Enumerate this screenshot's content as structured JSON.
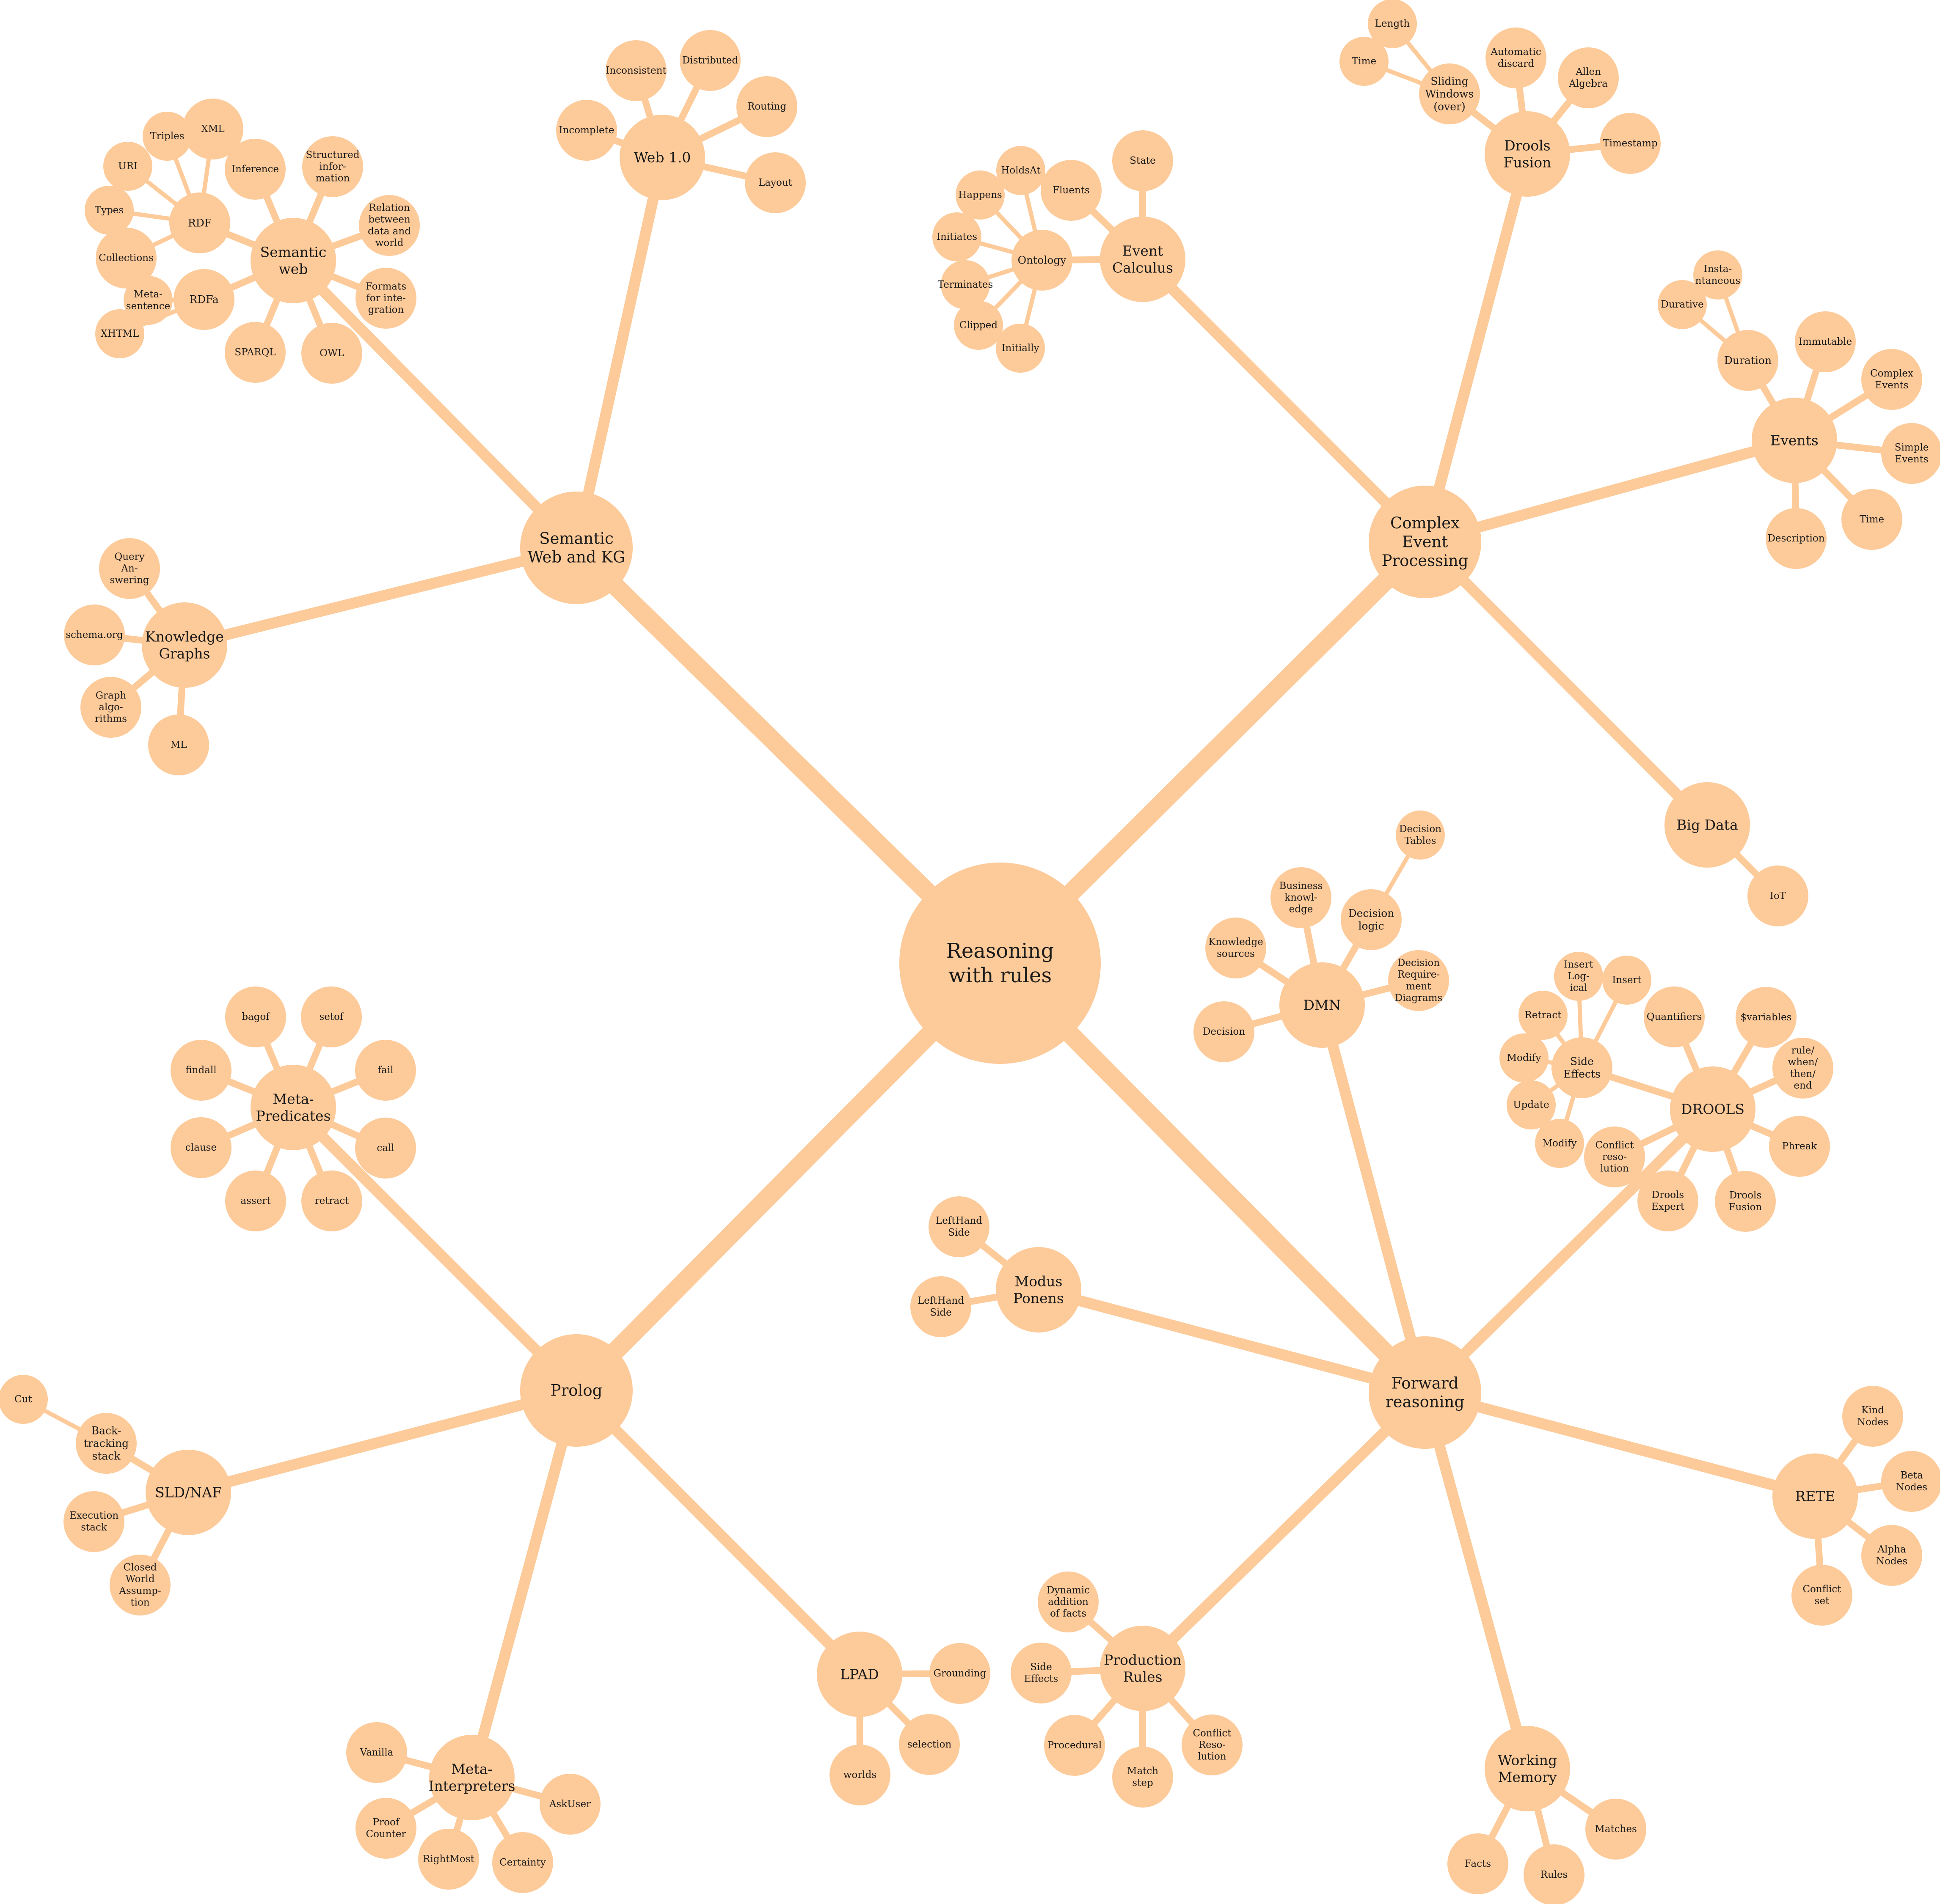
{
  "root": {
    "lines": [
      "Reasoning",
      "with rules"
    ],
    "children": [
      {
        "lines": [
          "Semantic",
          "Web and KG"
        ],
        "children": [
          {
            "lines": [
              "Web 1.0"
            ],
            "children": [
              {
                "lines": [
                  "Incomplete"
                ]
              },
              {
                "lines": [
                  "Inconsistent"
                ]
              },
              {
                "lines": [
                  "Distributed"
                ]
              },
              {
                "lines": [
                  "Routing"
                ]
              },
              {
                "lines": [
                  "Layout"
                ]
              }
            ]
          },
          {
            "lines": [
              "Semantic",
              "web"
            ],
            "children": [
              {
                "lines": [
                  "RDF"
                ],
                "children": [
                  {
                    "lines": [
                      "XML"
                    ]
                  },
                  {
                    "lines": [
                      "Triples"
                    ]
                  },
                  {
                    "lines": [
                      "URI"
                    ]
                  },
                  {
                    "lines": [
                      "Types"
                    ]
                  },
                  {
                    "lines": [
                      "Collections"
                    ]
                  }
                ]
              },
              {
                "lines": [
                  "RDFa"
                ],
                "children": [
                  {
                    "lines": [
                      "Meta-",
                      "sentence"
                    ]
                  },
                  {
                    "lines": [
                      "XHTML"
                    ]
                  }
                ]
              },
              {
                "lines": [
                  "Inference"
                ]
              },
              {
                "lines": [
                  "Structured",
                  "infor-",
                  "mation"
                ]
              },
              {
                "lines": [
                  "Relation",
                  "between",
                  "data and",
                  "world"
                ]
              },
              {
                "lines": [
                  "Formats",
                  "for inte-",
                  "gration"
                ]
              },
              {
                "lines": [
                  "OWL"
                ]
              },
              {
                "lines": [
                  "SPARQL"
                ]
              }
            ]
          },
          {
            "lines": [
              "Knowledge",
              "Graphs"
            ],
            "children": [
              {
                "lines": [
                  "Query",
                  "An-",
                  "swering"
                ]
              },
              {
                "lines": [
                  "schema.org"
                ]
              },
              {
                "lines": [
                  "Graph",
                  "algo-",
                  "rithms"
                ]
              },
              {
                "lines": [
                  "ML"
                ]
              }
            ]
          }
        ]
      },
      {
        "lines": [
          "Complex",
          "Event",
          "Processing"
        ],
        "children": [
          {
            "lines": [
              "Event",
              "Calculus"
            ],
            "children": [
              {
                "lines": [
                  "State"
                ]
              },
              {
                "lines": [
                  "Fluents"
                ]
              },
              {
                "lines": [
                  "Ontology"
                ],
                "children": [
                  {
                    "lines": [
                      "HoldsAt"
                    ]
                  },
                  {
                    "lines": [
                      "Happens"
                    ]
                  },
                  {
                    "lines": [
                      "Initiates"
                    ]
                  },
                  {
                    "lines": [
                      "Terminates"
                    ]
                  },
                  {
                    "lines": [
                      "Clipped"
                    ]
                  },
                  {
                    "lines": [
                      "Initially"
                    ]
                  }
                ]
              }
            ]
          },
          {
            "lines": [
              "Drools",
              "Fusion"
            ],
            "children": [
              {
                "lines": [
                  "Sliding",
                  "Windows",
                  "(over)"
                ],
                "children": [
                  {
                    "lines": [
                      "Length"
                    ]
                  },
                  {
                    "lines": [
                      "Time"
                    ]
                  }
                ]
              },
              {
                "lines": [
                  "Automatic",
                  "discard"
                ]
              },
              {
                "lines": [
                  "Allen",
                  "Algebra"
                ]
              },
              {
                "lines": [
                  "Timestamp"
                ]
              }
            ]
          },
          {
            "lines": [
              "Events"
            ],
            "children": [
              {
                "lines": [
                  "Duration"
                ],
                "children": [
                  {
                    "lines": [
                      "Insta-",
                      "ntaneous"
                    ]
                  },
                  {
                    "lines": [
                      "Durative"
                    ]
                  }
                ]
              },
              {
                "lines": [
                  "Immutable"
                ]
              },
              {
                "lines": [
                  "Complex",
                  "Events"
                ]
              },
              {
                "lines": [
                  "Simple",
                  "Events"
                ]
              },
              {
                "lines": [
                  "Time"
                ]
              },
              {
                "lines": [
                  "Description"
                ]
              }
            ]
          },
          {
            "lines": [
              "Big Data"
            ],
            "children": [
              {
                "lines": [
                  "IoT"
                ]
              }
            ]
          }
        ]
      },
      {
        "lines": [
          "Forward",
          "reasoning"
        ],
        "children": [
          {
            "lines": [
              "DMN"
            ],
            "children": [
              {
                "lines": [
                  "Decision",
                  "logic"
                ],
                "children": [
                  {
                    "lines": [
                      "Decision",
                      "Tables"
                    ]
                  }
                ]
              },
              {
                "lines": [
                  "Business",
                  "knowl-",
                  "edge"
                ]
              },
              {
                "lines": [
                  "Knowledge",
                  "sources"
                ]
              },
              {
                "lines": [
                  "Decision"
                ]
              },
              {
                "lines": [
                  "Decision",
                  "Require-",
                  "ment",
                  "Diagrams"
                ]
              }
            ]
          },
          {
            "lines": [
              "DROOLS"
            ],
            "children": [
              {
                "lines": [
                  "Side",
                  "Effects"
                ],
                "children": [
                  {
                    "lines": [
                      "Insert",
                      "Log-",
                      "ical"
                    ]
                  },
                  {
                    "lines": [
                      "Insert"
                    ]
                  },
                  {
                    "lines": [
                      "Retract"
                    ]
                  },
                  {
                    "lines": [
                      "Modify"
                    ]
                  },
                  {
                    "lines": [
                      "Update"
                    ]
                  },
                  {
                    "lines": [
                      "Modify"
                    ]
                  }
                ]
              },
              {
                "lines": [
                  "Quantifiers"
                ]
              },
              {
                "lines": [
                  "$variables"
                ]
              },
              {
                "lines": [
                  "rule/",
                  "when/",
                  "then/",
                  "end"
                ]
              },
              {
                "lines": [
                  "Phreak"
                ]
              },
              {
                "lines": [
                  "Drools",
                  "Fusion"
                ]
              },
              {
                "lines": [
                  "Drools",
                  "Expert"
                ]
              },
              {
                "lines": [
                  "Conflict",
                  "reso-",
                  "lution"
                ]
              }
            ]
          },
          {
            "lines": [
              "Modus",
              "Ponens"
            ],
            "children": [
              {
                "lines": [
                  "LeftHand",
                  "Side"
                ]
              },
              {
                "lines": [
                  "LeftHand",
                  "Side"
                ]
              }
            ]
          },
          {
            "lines": [
              "RETE"
            ],
            "children": [
              {
                "lines": [
                  "Kind",
                  "Nodes"
                ]
              },
              {
                "lines": [
                  "Beta",
                  "Nodes"
                ]
              },
              {
                "lines": [
                  "Alpha",
                  "Nodes"
                ]
              },
              {
                "lines": [
                  "Conflict",
                  "set"
                ]
              }
            ]
          },
          {
            "lines": [
              "Production",
              "Rules"
            ],
            "children": [
              {
                "lines": [
                  "Dynamic",
                  "addition",
                  "of facts"
                ]
              },
              {
                "lines": [
                  "Side",
                  "Effects"
                ]
              },
              {
                "lines": [
                  "Procedural"
                ]
              },
              {
                "lines": [
                  "Match",
                  "step"
                ]
              },
              {
                "lines": [
                  "Conflict",
                  "Reso-",
                  "lution"
                ]
              }
            ]
          },
          {
            "lines": [
              "Working",
              "Memory"
            ],
            "children": [
              {
                "lines": [
                  "Facts"
                ]
              },
              {
                "lines": [
                  "Rules"
                ]
              },
              {
                "lines": [
                  "Matches"
                ]
              }
            ]
          }
        ]
      },
      {
        "lines": [
          "Prolog"
        ],
        "children": [
          {
            "lines": [
              "Meta-",
              "Predicates"
            ],
            "children": [
              {
                "lines": [
                  "bagof"
                ]
              },
              {
                "lines": [
                  "setof"
                ]
              },
              {
                "lines": [
                  "fail"
                ]
              },
              {
                "lines": [
                  "call"
                ]
              },
              {
                "lines": [
                  "retract"
                ]
              },
              {
                "lines": [
                  "assert"
                ]
              },
              {
                "lines": [
                  "clause"
                ]
              },
              {
                "lines": [
                  "findall"
                ]
              }
            ]
          },
          {
            "lines": [
              "SLD/NAF"
            ],
            "children": [
              {
                "lines": [
                  "Back-",
                  "tracking",
                  "stack"
                ],
                "children": [
                  {
                    "lines": [
                      "Cut"
                    ]
                  }
                ]
              },
              {
                "lines": [
                  "Execution",
                  "stack"
                ]
              },
              {
                "lines": [
                  "Closed",
                  "World",
                  "Assump-",
                  "tion"
                ]
              }
            ]
          },
          {
            "lines": [
              "Meta-",
              "Interpreters"
            ],
            "children": [
              {
                "lines": [
                  "Vanilla"
                ]
              },
              {
                "lines": [
                  "Proof",
                  "Counter"
                ]
              },
              {
                "lines": [
                  "RightMost"
                ]
              },
              {
                "lines": [
                  "Certainty"
                ]
              },
              {
                "lines": [
                  "AskUser"
                ]
              }
            ]
          },
          {
            "lines": [
              "LPAD"
            ],
            "children": [
              {
                "lines": [
                  "Grounding"
                ]
              },
              {
                "lines": [
                  "selection"
                ]
              },
              {
                "lines": [
                  "worlds"
                ]
              }
            ]
          }
        ]
      }
    ]
  }
}
